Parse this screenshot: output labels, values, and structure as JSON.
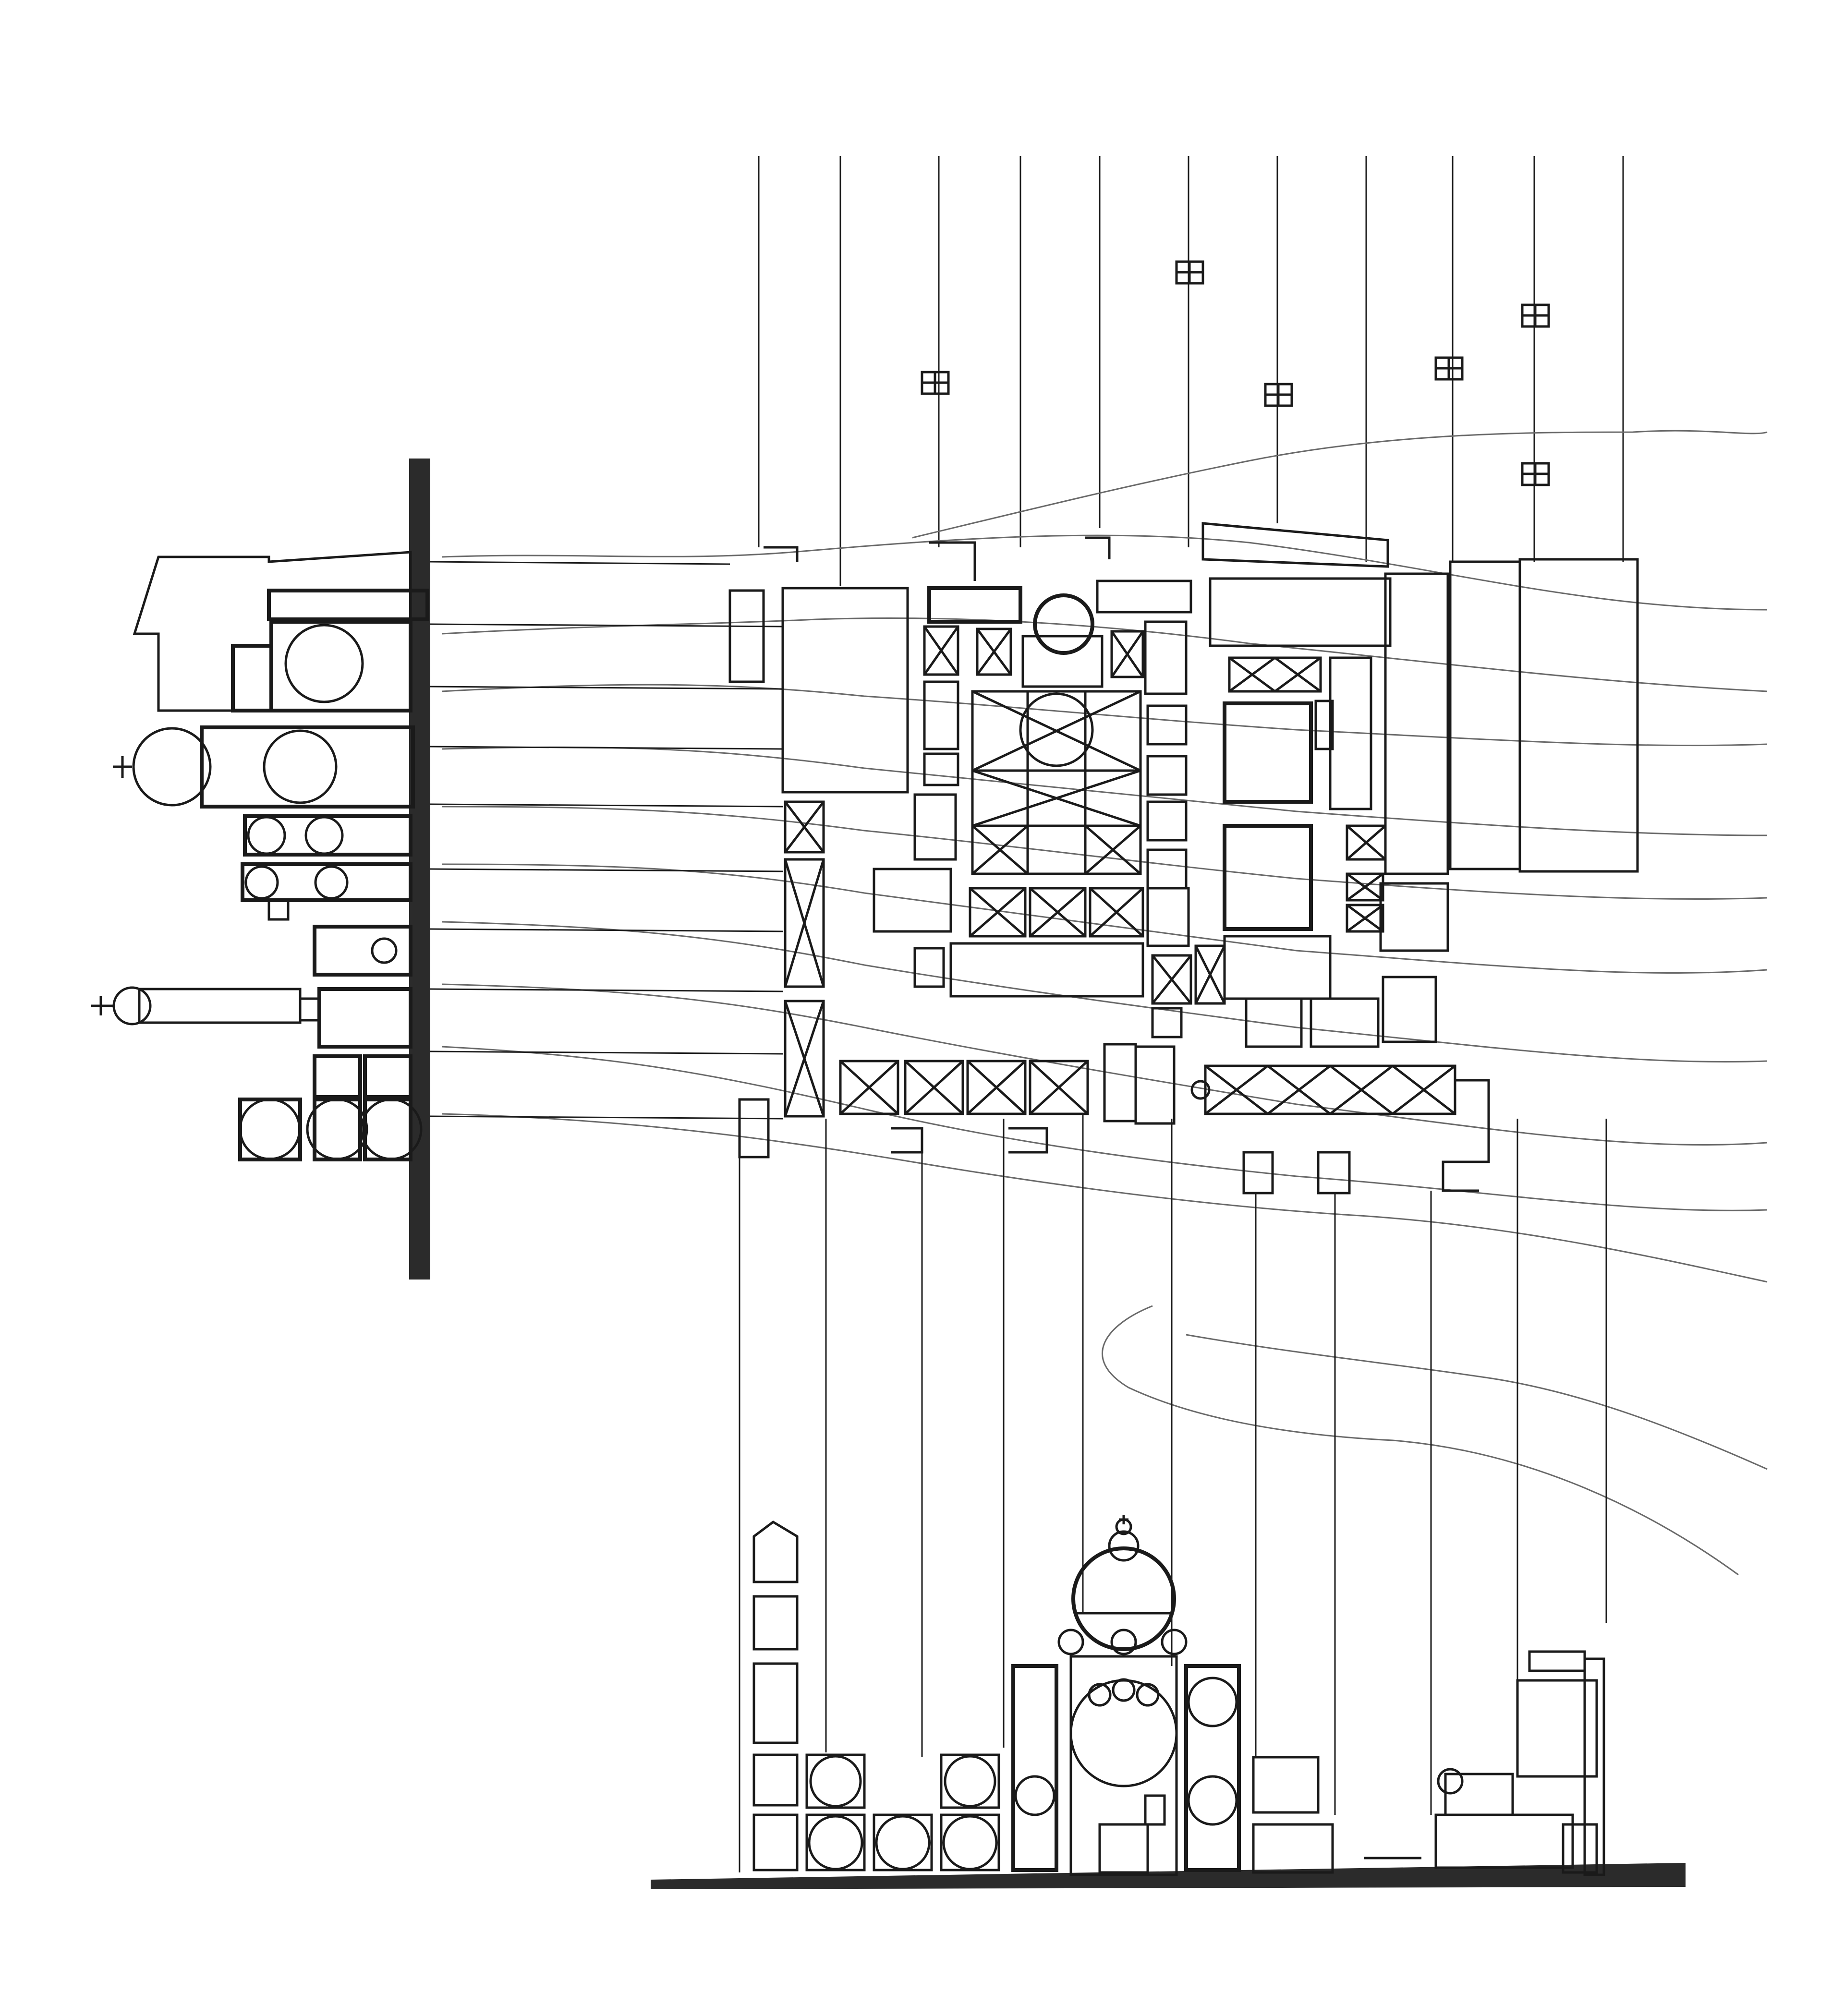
{
  "drawing": {
    "kind": "architectural plan with projected side elevations",
    "views": [
      "plan",
      "left-elevation",
      "bottom-elevation"
    ],
    "printed_text": [],
    "colors": {
      "ink": "#1a1a1a",
      "ground_band": "#2b2b2b",
      "contour": "#6a6a6a",
      "paper": "#ffffff"
    }
  }
}
